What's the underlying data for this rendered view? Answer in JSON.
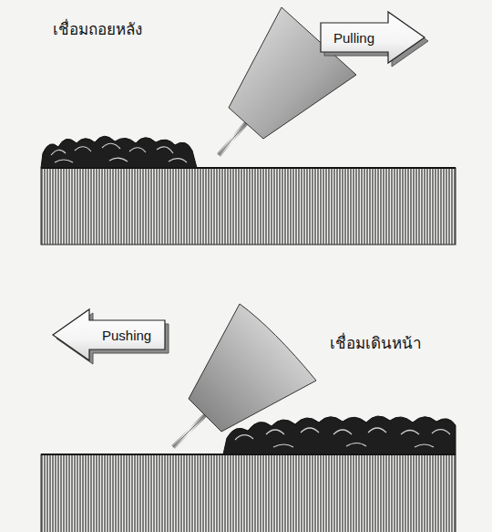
{
  "diagram": {
    "nodes": [
      {
        "text": [
          "Pulling"
        ]
      },
      {
        "text": [
          "Pushing"
        ]
      }
    ],
    "labels": [
      "เชื่อมถอยหลัง",
      "เชื่อมเดินหน้า"
    ]
  }
}
